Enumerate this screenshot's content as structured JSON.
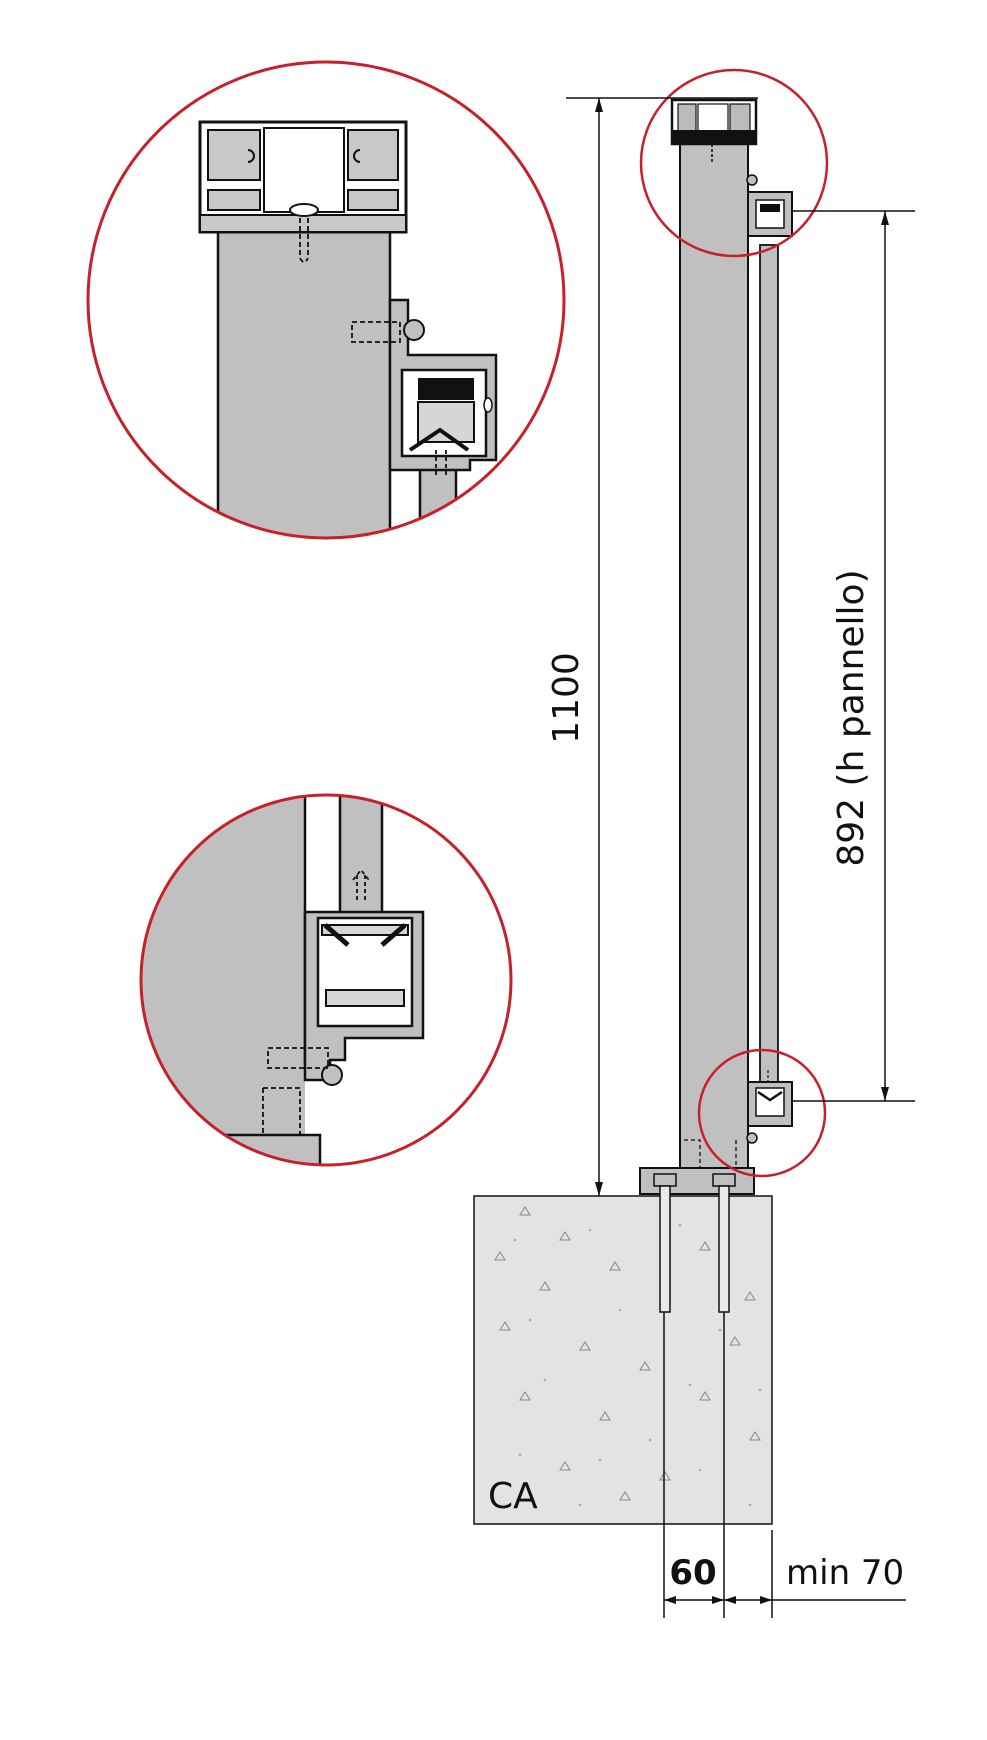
{
  "labels": {
    "total_height": "1100",
    "panel_height": "892 (h pannello)",
    "concrete": "CA",
    "anchor_spacing": "60",
    "edge_distance": "min 70"
  },
  "colors": {
    "profile_fill": "#c0c0c0",
    "outline": "#111111",
    "detail_circle": "#c8202a",
    "concrete_fill": "#e3e3e3",
    "background": "#ffffff"
  }
}
